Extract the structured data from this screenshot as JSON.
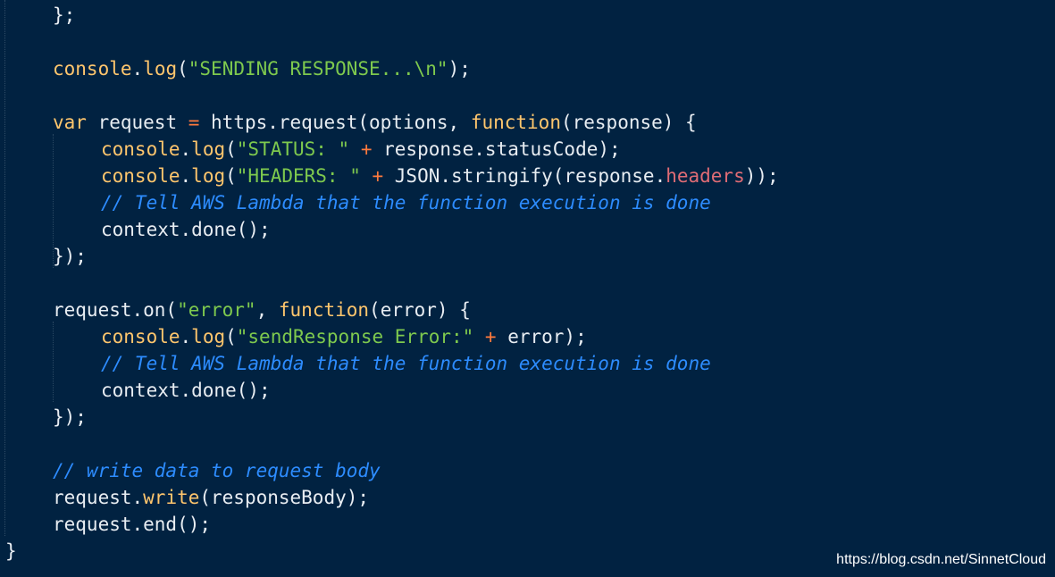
{
  "code_lines": [
    {
      "indent": 1,
      "tokens": [
        {
          "t": "};",
          "c": "default"
        }
      ]
    },
    {
      "indent": 0,
      "tokens": []
    },
    {
      "indent": 1,
      "tokens": [
        {
          "t": "console",
          "c": "method"
        },
        {
          "t": ".",
          "c": "default"
        },
        {
          "t": "log",
          "c": "method"
        },
        {
          "t": "(",
          "c": "default"
        },
        {
          "t": "\"SENDING RESPONSE...\\n\"",
          "c": "string"
        },
        {
          "t": ");",
          "c": "default"
        }
      ]
    },
    {
      "indent": 0,
      "tokens": []
    },
    {
      "indent": 1,
      "tokens": [
        {
          "t": "var",
          "c": "keyword"
        },
        {
          "t": " request ",
          "c": "default"
        },
        {
          "t": "=",
          "c": "op"
        },
        {
          "t": " https.request(options, ",
          "c": "default"
        },
        {
          "t": "function",
          "c": "keyword"
        },
        {
          "t": "(response) {",
          "c": "default"
        }
      ]
    },
    {
      "indent": 2,
      "tokens": [
        {
          "t": "console",
          "c": "method"
        },
        {
          "t": ".",
          "c": "default"
        },
        {
          "t": "log",
          "c": "method"
        },
        {
          "t": "(",
          "c": "default"
        },
        {
          "t": "\"STATUS: \"",
          "c": "string"
        },
        {
          "t": " + ",
          "c": "op"
        },
        {
          "t": "response.statusCode);",
          "c": "default"
        }
      ]
    },
    {
      "indent": 2,
      "tokens": [
        {
          "t": "console",
          "c": "method"
        },
        {
          "t": ".",
          "c": "default"
        },
        {
          "t": "log",
          "c": "method"
        },
        {
          "t": "(",
          "c": "default"
        },
        {
          "t": "\"HEADERS: \"",
          "c": "string"
        },
        {
          "t": " + ",
          "c": "op"
        },
        {
          "t": "JSON.stringify(response.",
          "c": "default"
        },
        {
          "t": "headers",
          "c": "prop"
        },
        {
          "t": "));",
          "c": "default"
        }
      ]
    },
    {
      "indent": 2,
      "tokens": [
        {
          "t": "// Tell AWS Lambda that the function execution is done",
          "c": "comment"
        }
      ]
    },
    {
      "indent": 2,
      "tokens": [
        {
          "t": "context.done();",
          "c": "default"
        }
      ]
    },
    {
      "indent": 1,
      "tokens": [
        {
          "t": "});",
          "c": "default"
        }
      ]
    },
    {
      "indent": 0,
      "tokens": []
    },
    {
      "indent": 1,
      "tokens": [
        {
          "t": "request.on(",
          "c": "default"
        },
        {
          "t": "\"error\"",
          "c": "string"
        },
        {
          "t": ", ",
          "c": "default"
        },
        {
          "t": "function",
          "c": "keyword"
        },
        {
          "t": "(error) {",
          "c": "default"
        }
      ]
    },
    {
      "indent": 2,
      "tokens": [
        {
          "t": "console",
          "c": "method"
        },
        {
          "t": ".",
          "c": "default"
        },
        {
          "t": "log",
          "c": "method"
        },
        {
          "t": "(",
          "c": "default"
        },
        {
          "t": "\"sendResponse Error:\"",
          "c": "string"
        },
        {
          "t": " + ",
          "c": "op"
        },
        {
          "t": "error);",
          "c": "default"
        }
      ]
    },
    {
      "indent": 2,
      "tokens": [
        {
          "t": "// Tell AWS Lambda that the function execution is done",
          "c": "comment"
        }
      ]
    },
    {
      "indent": 2,
      "tokens": [
        {
          "t": "context.done();",
          "c": "default"
        }
      ]
    },
    {
      "indent": 1,
      "tokens": [
        {
          "t": "});",
          "c": "default"
        }
      ]
    },
    {
      "indent": 0,
      "tokens": []
    },
    {
      "indent": 1,
      "tokens": [
        {
          "t": "// write data to request body",
          "c": "comment"
        }
      ]
    },
    {
      "indent": 1,
      "tokens": [
        {
          "t": "request.",
          "c": "default"
        },
        {
          "t": "write",
          "c": "method"
        },
        {
          "t": "(responseBody);",
          "c": "default"
        }
      ]
    },
    {
      "indent": 1,
      "tokens": [
        {
          "t": "request.end();",
          "c": "default"
        }
      ]
    },
    {
      "indent": 0,
      "tokens": [
        {
          "t": "}",
          "c": "default"
        }
      ]
    }
  ],
  "watermark": "https://blog.csdn.net/SinnetCloud",
  "colors": {
    "background": "#012241",
    "default": "#e8edf2",
    "method": "#ffc66d",
    "string": "#7ec94e",
    "keyword": "#ffc66d",
    "operator": "#ff7a3d",
    "comment": "#2d8cff",
    "property": "#e06c75"
  }
}
